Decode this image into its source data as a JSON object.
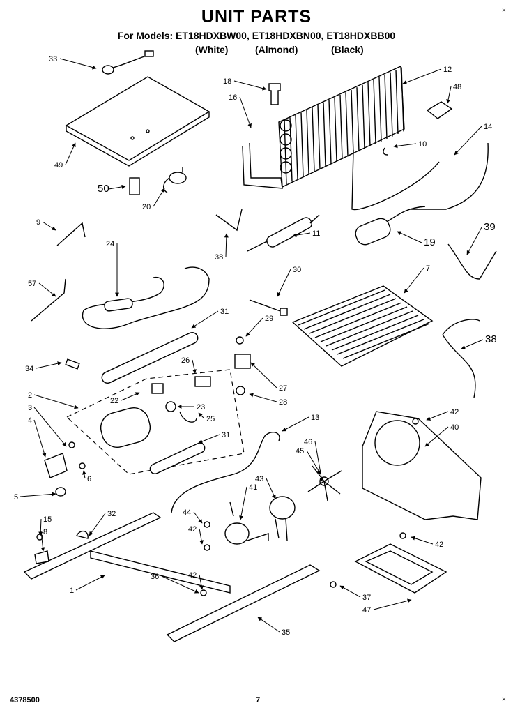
{
  "page": {
    "title": "UNIT PARTS",
    "models_line": "For Models: ET18HDXBW00, ET18HDXBN00, ET18HDXBB00",
    "colors": [
      "(White)",
      "(Almond)",
      "(Black)"
    ],
    "doc_number": "4378500",
    "page_number": "7"
  },
  "callouts": [
    "33",
    "18",
    "16",
    "12",
    "48",
    "49",
    "10",
    "14",
    "50",
    "20",
    "9",
    "38",
    "11",
    "39",
    "19",
    "24",
    "57",
    "30",
    "7",
    "31",
    "29",
    "38",
    "34",
    "26",
    "27",
    "2",
    "22",
    "23",
    "28",
    "25",
    "3",
    "13",
    "4",
    "42",
    "6",
    "31",
    "46",
    "45",
    "40",
    "5",
    "43",
    "41",
    "15",
    "44",
    "8",
    "32",
    "42",
    "42",
    "1",
    "36",
    "42",
    "37",
    "47",
    "35"
  ]
}
